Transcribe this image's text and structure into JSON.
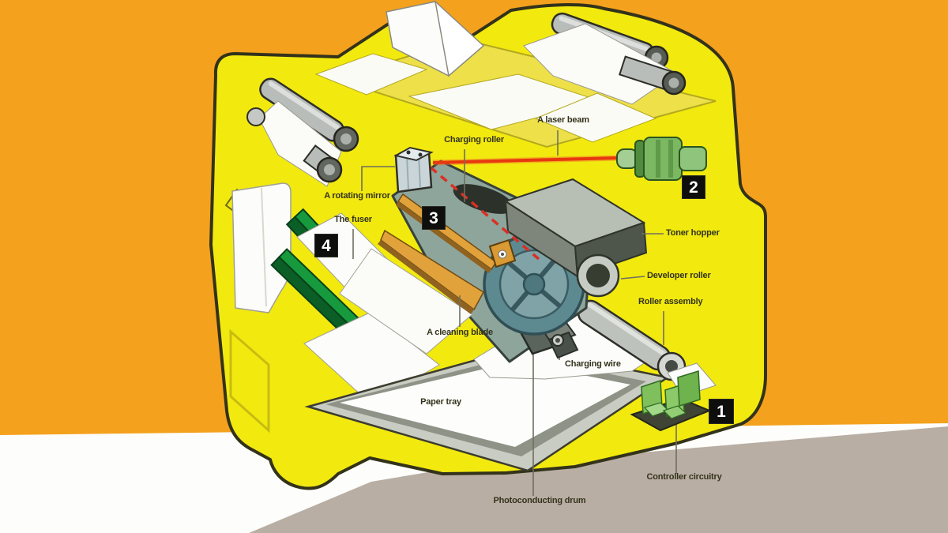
{
  "diagram": {
    "subject": "How a laser printer works - cutaway illustration",
    "labels": {
      "laser_beam": "A laser beam",
      "charging_roller": "Charging roller",
      "rotating_mirror": "A rotating mirror",
      "the_fuser": "The fuser",
      "toner_hopper": "Toner hopper",
      "developer_roller": "Developer roller",
      "roller_assembly": "Roller assembly",
      "cleaning_blade": "A cleaning blade",
      "charging_wire": "Charging wire",
      "paper_tray": "Paper tray",
      "controller_circuitry": "Controller circuitry",
      "photoconducting_drum": "Photoconducting drum"
    },
    "callouts": {
      "step1": "1",
      "step2": "2",
      "step3": "3",
      "step4": "4"
    },
    "colors": {
      "background_orange": "#F4A11D",
      "body_yellow": "#F2E90F",
      "body_outline": "#33321A",
      "floor_taupe": "#B9AEA3",
      "laser_red": "#E8380F",
      "drum_teal": "#5D8A91",
      "slab_teal_gray": "#8EA59B",
      "fuser_green": "#17993D",
      "emitter_green": "#7CB862",
      "blade_orange": "#E1A23B",
      "metal_gray": "#B9BDB9",
      "circuit_green": "#7FBF5C",
      "badge_black": "#0E0E0C",
      "label_text": "#33331D"
    }
  }
}
